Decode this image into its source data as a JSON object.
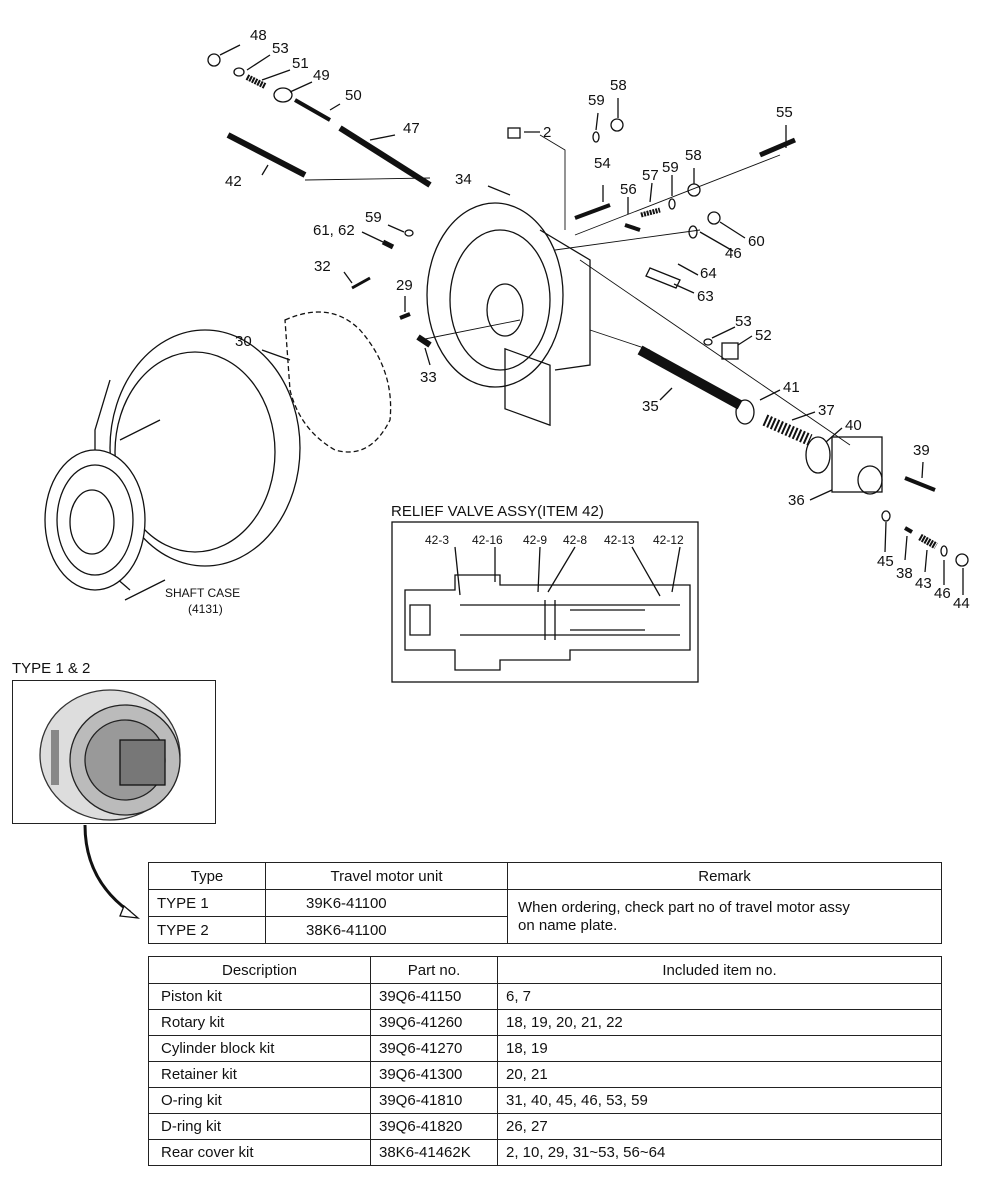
{
  "diagram": {
    "callouts": [
      "48",
      "53",
      "51",
      "49",
      "50",
      "47",
      "42",
      "2",
      "59",
      "58",
      "54",
      "56",
      "57",
      "59",
      "58",
      "55",
      "34",
      "61, 62",
      "59",
      "32",
      "29",
      "30",
      "33",
      "46",
      "60",
      "64",
      "63",
      "53",
      "52",
      "35",
      "41",
      "37",
      "40",
      "39",
      "36",
      "45",
      "38",
      "43",
      "46",
      "44"
    ],
    "shaft_case_label": "SHAFT CASE",
    "shaft_case_number": "(4131)",
    "relief_valve": {
      "title": "RELIEF VALVE ASSY(ITEM 42)",
      "labels": [
        "42-3",
        "42-16",
        "42-9",
        "42-8",
        "42-13",
        "42-12"
      ]
    },
    "type_label": "TYPE 1 & 2"
  },
  "type_table": {
    "headers": [
      "Type",
      "Travel motor unit",
      "Remark"
    ],
    "rows": [
      {
        "type": "TYPE 1",
        "unit": "39K6-41100"
      },
      {
        "type": "TYPE 2",
        "unit": "38K6-41100"
      }
    ],
    "remark_line1": "When ordering, check part no of travel motor assy",
    "remark_line2": "on name plate."
  },
  "kit_table": {
    "headers": [
      "Description",
      "Part no.",
      "Included item no."
    ],
    "rows": [
      {
        "desc": "Piston kit",
        "part": "39Q6-41150",
        "items": "6, 7"
      },
      {
        "desc": "Rotary kit",
        "part": "39Q6-41260",
        "items": "18, 19, 20, 21, 22"
      },
      {
        "desc": "Cylinder block kit",
        "part": "39Q6-41270",
        "items": "18, 19"
      },
      {
        "desc": "Retainer kit",
        "part": "39Q6-41300",
        "items": "20, 21"
      },
      {
        "desc": "O-ring kit",
        "part": "39Q6-41810",
        "items": "31, 40, 45, 46, 53, 59"
      },
      {
        "desc": "D-ring kit",
        "part": "39Q6-41820",
        "items": "26, 27"
      },
      {
        "desc": "Rear cover kit",
        "part": "38K6-41462K",
        "items": "2, 10, 29, 31~53, 56~64"
      }
    ]
  }
}
